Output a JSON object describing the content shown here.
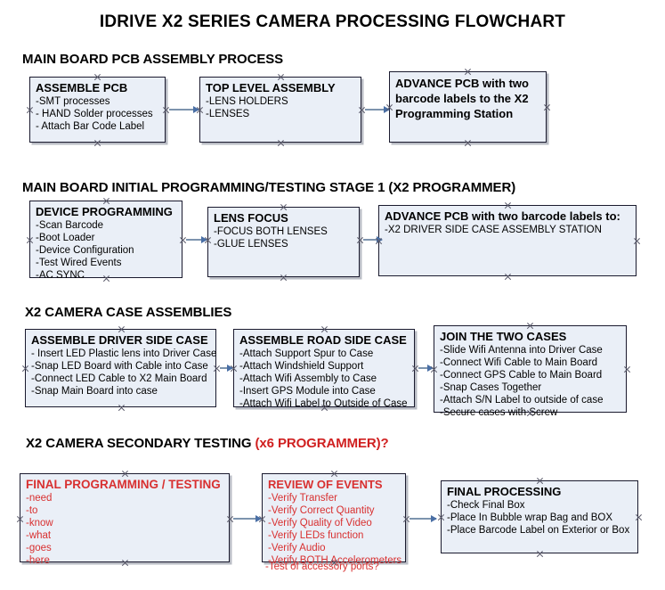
{
  "title": "IDRIVE X2  SERIES CAMERA PROCESSING FLOWCHART",
  "sections": [
    {
      "header": "MAIN BOARD PCB ASSEMBLY PROCESS",
      "header_accent": "",
      "boxes": [
        {
          "title": "ASSEMBLE PCB",
          "lines": [
            "-SMT processes",
            "- HAND Solder processes",
            "- Attach Bar Code Label"
          ]
        },
        {
          "title": "TOP LEVEL ASSEMBLY",
          "lines": [
            "-LENS HOLDERS",
            "-LENSES"
          ]
        },
        {
          "title": "ADVANCE PCB with two barcode labels to the  X2 Programming Station",
          "lines": []
        }
      ]
    },
    {
      "header": "MAIN BOARD INITIAL PROGRAMMING/TESTING STAGE 1 (X2 PROGRAMMER)",
      "header_accent": "",
      "boxes": [
        {
          "title": "DEVICE PROGRAMMING",
          "lines": [
            "-Scan Barcode",
            "-Boot Loader",
            "-Device Configuration",
            "-Test Wired Events",
            "-AC SYNC"
          ]
        },
        {
          "title": "LENS FOCUS",
          "lines": [
            "-FOCUS BOTH LENSES",
            "-GLUE LENSES"
          ]
        },
        {
          "title": "ADVANCE PCB with two barcode labels to:",
          "lines": [
            "-X2 DRIVER  SIDE  CASE  ASSEMBLY STATION"
          ]
        }
      ]
    },
    {
      "header": "X2 CAMERA CASE ASSEMBLIES",
      "header_accent": "",
      "boxes": [
        {
          "title": "ASSEMBLE DRIVER SIDE CASE",
          "lines": [
            "- Insert LED Plastic lens into Driver Case",
            "-Snap LED Board with Cable into Case",
            "-Connect LED Cable to X2 Main Board",
            "-Snap Main Board into case"
          ]
        },
        {
          "title": "ASSEMBLE ROAD SIDE CASE",
          "lines": [
            "-Attach Support Spur to Case",
            "-Attach Windshield Support",
            "-Attach Wifi Assembly to Case",
            "-Insert GPS Module into Case",
            "-Attach Wifi Label to Outside of Case"
          ]
        },
        {
          "title": "JOIN THE TWO CASES",
          "lines": [
            "-Slide Wifi Antenna into Driver Case",
            "-Connect Wifi Cable to Main Board",
            "-Connect GPS Cable to Main Board",
            "-Snap Cases Together",
            "-Attach S/N Label to outside of case",
            "-Secure cases with Screw"
          ]
        }
      ]
    },
    {
      "header": "X2 CAMERA SECONDARY TESTING ",
      "header_accent": "(x6 PROGRAMMER)?",
      "boxes": [
        {
          "title": "FINAL PROGRAMMING / TESTING",
          "lines": [
            "-need",
            "-to",
            "-know",
            "-what",
            "-goes",
            "-here"
          ]
        },
        {
          "title": "REVIEW OF EVENTS",
          "lines": [
            "-Verify Transfer",
            "-Verify Correct Quantity",
            "-Verify Quality of Video",
            "-Verify LEDs function",
            "-Verify Audio",
            "-Verify BOTH Accelerometers"
          ],
          "overflow_line": "-Test of accessory ports?"
        },
        {
          "title": "FINAL PROCESSING",
          "lines": [
            "-Check Final Box",
            "-Place In Bubble wrap Bag and BOX",
            "-Place Barcode Label on Exterior or Box"
          ]
        }
      ]
    }
  ],
  "colors": {
    "box_fill": "#eaeff7",
    "box_border": "#1a1a2e",
    "shadow": "#b9bcc4",
    "connector": "#7d94ae",
    "arrow_head": "#4a6fa5",
    "red_text": "#d83030",
    "header_accent": "#d02020"
  }
}
